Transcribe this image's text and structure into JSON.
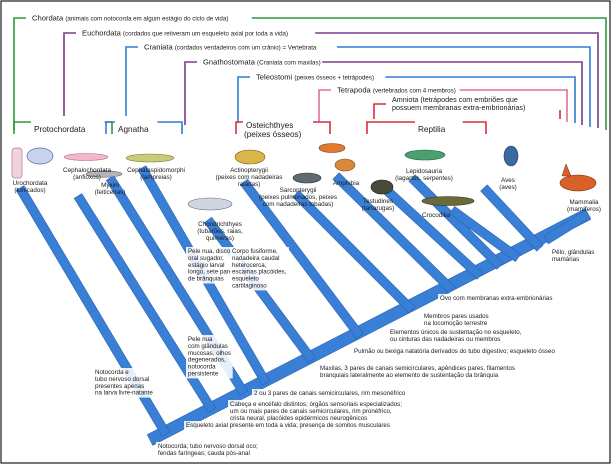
{
  "brackets": [
    {
      "id": "chordata",
      "name": "Chordata",
      "desc": "(animais com notocorda em algum estágio do ciclo de vida)",
      "color": "#2e9a3c"
    },
    {
      "id": "euchordata",
      "name": "Euchordata",
      "desc": "(cordados que retiveram um esqueleto axial por toda a vida)",
      "color": "#7b3a8c"
    },
    {
      "id": "craniata",
      "name": "Craniata",
      "desc": "(cordados verdadeiros com um crânio) = Vertebrata",
      "color": "#2f7fd0"
    },
    {
      "id": "gnathostomata",
      "name": "Gnathostomata",
      "desc": "(Craniata com maxilas)",
      "color": "#7b3a8c"
    },
    {
      "id": "teleostomi",
      "name": "Teleostomi",
      "desc": "(peixes ósseos + tetrápodes)",
      "color": "#2f7fd0"
    },
    {
      "id": "tetrapoda",
      "name": "Tetrapoda",
      "desc": "(vertebrados com 4 membros)",
      "color": "#e07098"
    },
    {
      "id": "amniota",
      "name": "Amniota",
      "desc": "(tetrápodes com embriões que possuem membranas extra-embrionárias)",
      "desc_lines": [
        "Amniota (tetrápodes com embriões que",
        "possuem membranas extra-embrionárias)"
      ],
      "color": "#d8303a"
    }
  ],
  "groups": [
    {
      "id": "protochordata",
      "label": "Protochordata",
      "color": "#2e9a3c"
    },
    {
      "id": "agnatha",
      "label": "Agnatha",
      "color": "#2f7fd0"
    },
    {
      "id": "osteichthyes",
      "label": "Osteichthyes",
      "sub": "(peixes ósseos)",
      "color": "#d8303a"
    },
    {
      "id": "reptilia",
      "label": "Reptilia",
      "color": "#d8303a"
    }
  ],
  "taxa": [
    {
      "name": "Urochordata",
      "sub": "(tunicados)"
    },
    {
      "name": "Cephalochordata",
      "sub": "(anfioxos)"
    },
    {
      "name": "Myxini",
      "sub": "(feiticeiras)"
    },
    {
      "name": "Cephalaspidomorphi",
      "sub": "(lampreias)"
    },
    {
      "name": "Chondrichthyes",
      "sub": "(tubarões, raias,",
      "sub2": "quimeras)"
    },
    {
      "name": "Actinopterygii",
      "sub": "(peixes com nadadeiras",
      "sub2": "raiadas)"
    },
    {
      "name": "Sarcopterygii",
      "sub": "(peixes pulmonados, peixes",
      "sub2": "com nadadeiras lobadas)"
    },
    {
      "name": "Amphibia"
    },
    {
      "name": "Testudines",
      "sub": "(tartarugas)"
    },
    {
      "name": "Lepidosauria",
      "sub": "(lagartos, serpentes)"
    },
    {
      "name": "Crocodilia"
    },
    {
      "name": "Aves",
      "sub": "(aves)"
    },
    {
      "name": "Mammalia",
      "sub": "(mamíferos)"
    }
  ],
  "characters": [
    {
      "lines": [
        "Pêlo, glândulas",
        "mamárias"
      ]
    },
    {
      "lines": [
        "Ovo com membranas extra-embrionárias"
      ]
    },
    {
      "lines": [
        "Membros pares usados",
        "na locomoção terrestre"
      ]
    },
    {
      "lines": [
        "Elementos únicos de sustentação no esqueleto,",
        "ou cinturas das nadadeiras ou membros"
      ]
    },
    {
      "lines": [
        "Pulmão ou bexiga natatória derivados do tubo digestivo; esqueleto ósseo"
      ]
    },
    {
      "lines": [
        "Maxilas, 3 pares de canais semicirculares, apêndices pares, filamentos",
        "branquiais lateralmente ao elemento de sustentação da brânquia"
      ]
    },
    {
      "lines": [
        "2 ou 3 pares de canais semicirculares, rim mesonéfrico"
      ]
    },
    {
      "lines": [
        "Cabeça e encéfalo distintos; órgãos sensoriais especializados;",
        "um ou mais pares de canais semicirculares, rim pronéfrico,",
        "crista neural, placóides epidérmicos neurogênicos"
      ]
    },
    {
      "lines": [
        "Esqueleto axial presente em toda a vida; presença de somitos musculares"
      ]
    },
    {
      "lines": [
        "Notocorda; tubo nervoso dorsal oco;",
        "fendas faríngeas; cauda pós-anal"
      ]
    },
    {
      "lines": [
        "Notocorda e",
        "tubo nervoso dorsal",
        "presentes apenas",
        "na larva livre-natante"
      ]
    },
    {
      "lines": [
        "Pele nua",
        "com glândulas",
        "mucosas, olhos",
        "degenerados,",
        "notocorda",
        "persistente"
      ]
    },
    {
      "lines": [
        "Pele nua, disco",
        "oral sugador,",
        "estágio larval",
        "longo, sete pares",
        "de brânquias"
      ]
    },
    {
      "lines": [
        "Corpo fusiforme,",
        "nadadeira caudal",
        "heterocerca,",
        "escamas placóides,",
        "esqueleto",
        "cartilaginoso"
      ]
    }
  ],
  "colors": {
    "branch": "#3a7fd6",
    "branch_edge": "#2a63b0",
    "frame": "#1a1a1a",
    "text": "#1a1a1a"
  }
}
